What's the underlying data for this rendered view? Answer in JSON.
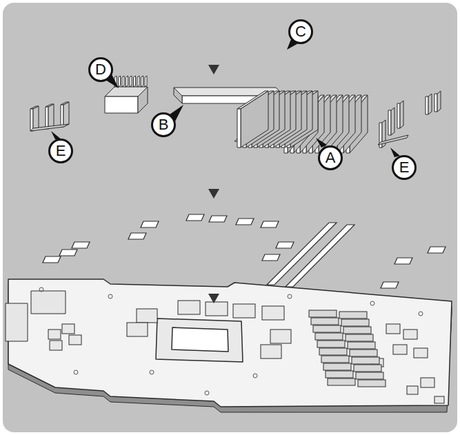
{
  "diagram": {
    "labels": [
      "D",
      "C",
      "B",
      "A",
      "E",
      "E"
    ]
  }
}
